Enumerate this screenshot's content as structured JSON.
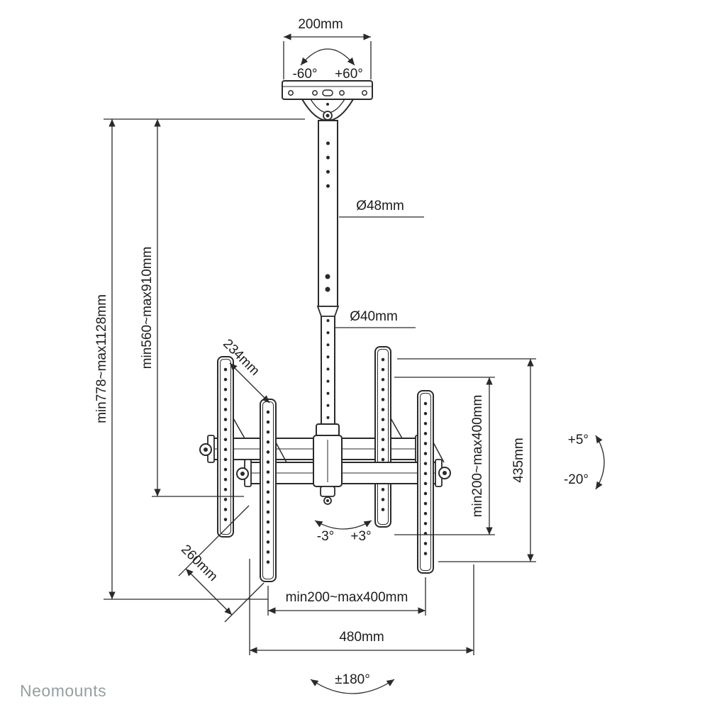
{
  "brand": {
    "logo_text": "Neomounts"
  },
  "diagram": {
    "type": "technical-dimension-drawing",
    "subject": "ceiling TV mount with telescopic pole and dual back-to-back VESA brackets",
    "colors": {
      "line": "#2a2a2a",
      "text": "#1c1c1c",
      "logo": "#95a0a0",
      "background": "#ffffff"
    },
    "labels": {
      "top_width": "200mm",
      "swivel_minus": "-60°",
      "swivel_plus": "+60°",
      "upper_pole_diameter": "Ø48mm",
      "lower_pole_diameter": "Ø40mm",
      "overall_height": "min778~max1128mm",
      "pole_height": "min560~max910mm",
      "top_depth": "234mm",
      "vesa_height": "min200~max400mm",
      "bracket_height": "435mm",
      "tilt_up": "+5°",
      "tilt_down": "-20°",
      "level_minus": "-3°",
      "level_plus": "+3°",
      "bottom_depth": "260mm",
      "vesa_width": "min200~max400mm",
      "total_width": "480mm",
      "rotation_range": "±180°"
    }
  }
}
